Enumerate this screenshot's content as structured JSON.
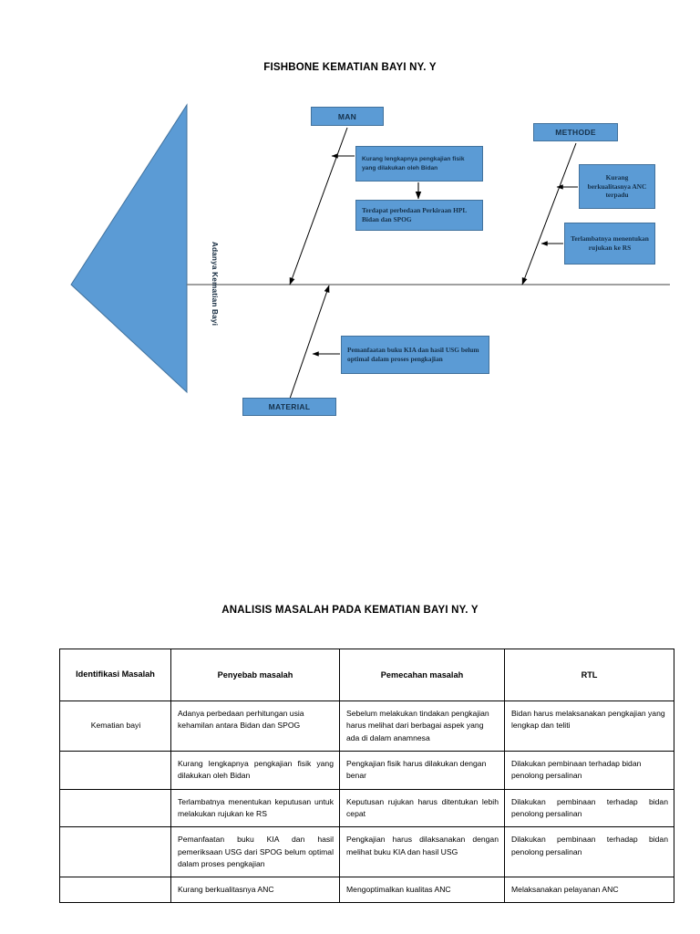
{
  "fishbone": {
    "title": "FISHBONE KEMATIAN BAYI NY. Y",
    "effect_label": "Adanya Kematian Bayi",
    "categories": [
      {
        "id": "man",
        "label": "MAN"
      },
      {
        "id": "methode",
        "label": "METHODE"
      },
      {
        "id": "material",
        "label": "MATERIAL"
      }
    ],
    "causes": [
      {
        "id": "man-1",
        "text": "Kurang lengkapnya pengkajian fisik yang dilakukan oleh Bidan"
      },
      {
        "id": "man-2",
        "text": "Terdapat perbedaan Perkiraan HPL Bidan dan SPOG"
      },
      {
        "id": "methode-1",
        "text": "Kurang berkualitasnya ANC terpadu"
      },
      {
        "id": "methode-2",
        "text": "Terlambatnya menentukan rujukan ke RS"
      },
      {
        "id": "material-1",
        "text": "Pemanfaatan buku KIA dan hasil USG belum optimal dalam proses pengkajian"
      }
    ],
    "colors": {
      "box_fill": "#5b9bd5",
      "box_border": "#41719c",
      "spine": "#808080",
      "connector": "#000000"
    }
  },
  "table": {
    "title": "ANALISIS MASALAH PADA KEMATIAN BAYI NY. Y",
    "headers": [
      "Identifikasi Masalah",
      "Penyebab masalah",
      "Pemecahan masalah",
      "RTL"
    ],
    "rows": [
      {
        "identifikasi": "Kematian bayi",
        "penyebab": "Adanya perbedaan perhitungan usia kehamilan antara Bidan dan SPOG",
        "pemecahan": "Sebelum melakukan tindakan pengkajian harus melihat dari berbagai aspek yang ada di dalam anamnesa",
        "rtl": "Bidan harus melaksanakan pengkajian yang lengkap dan teliti"
      },
      {
        "identifikasi": "",
        "penyebab": "Kurang lengkapnya pengkajian fisik yang dilakukan oleh Bidan",
        "pemecahan": "Pengkajian fisik harus dilakukan dengan benar",
        "rtl": "Dilakukan pembinaan terhadap bidan penolong persalinan"
      },
      {
        "identifikasi": "",
        "penyebab": "Terlambatnya menentukan keputusan untuk melakukan rujukan ke RS",
        "pemecahan": "Keputusan rujukan harus ditentukan lebih cepat",
        "rtl": "Dilakukan pembinaan terhadap bidan penolong persalinan"
      },
      {
        "identifikasi": "",
        "penyebab": "Pemanfaatan buku KIA dan hasil pemeriksaan USG dari SPOG belum optimal dalam proses pengkajian",
        "pemecahan": "Pengkajian harus dilaksanakan dengan melihat buku KIA dan hasil USG",
        "rtl": "Dilakukan pembinaan terhadap bidan penolong persalinan"
      },
      {
        "identifikasi": "",
        "penyebab": "Kurang berkualitasnya ANC",
        "pemecahan": "Mengoptimalkan kualitas ANC",
        "rtl": "Melaksanakan pelayanan ANC"
      }
    ]
  }
}
